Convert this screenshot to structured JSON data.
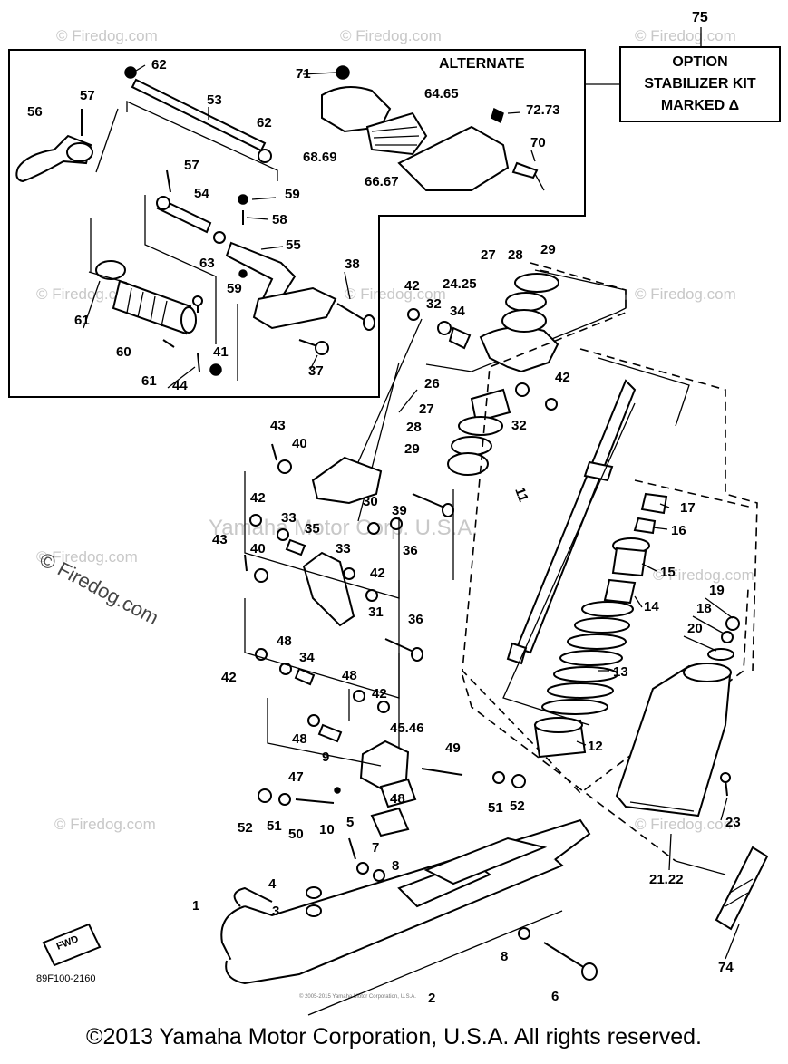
{
  "option_box": {
    "number": "75",
    "line1": "OPTION",
    "line2": "STABILIZER KIT",
    "line3": "MARKED Δ"
  },
  "alternate_label": "ALTERNATE",
  "part_labels": {
    "p62a": "62",
    "p57a": "57",
    "p56": "56",
    "p53": "53",
    "p62b": "62",
    "p71": "71",
    "p6465": "64.65",
    "p7273": "72.73",
    "p70": "70",
    "p6869": "68.69",
    "p6667": "66.67",
    "p57b": "57",
    "p54": "54",
    "p59a": "59",
    "p58": "58",
    "p55": "55",
    "p63": "63",
    "p59b": "59",
    "p38": "38",
    "p61a": "61",
    "p60": "60",
    "p61b": "61",
    "p44": "44",
    "p41": "41",
    "p37": "37",
    "p42a": "42",
    "p32a": "32",
    "p34a": "34",
    "p2425": "24.25",
    "p27a": "27",
    "p28a": "28",
    "p29a": "29",
    "p26": "26",
    "p27b": "27",
    "p28b": "28",
    "p29b": "29",
    "p32b": "32",
    "p42b": "42",
    "p43a": "43",
    "p40a": "40",
    "p30": "30",
    "p39": "39",
    "p36a": "36",
    "p42c": "42",
    "p33a": "33",
    "p35": "35",
    "p43b": "43",
    "p40b": "40",
    "p33b": "33",
    "p42d": "42",
    "p31": "31",
    "p36b": "36",
    "p42e": "42",
    "p48a": "48",
    "p34b": "34",
    "p48b": "48",
    "p42f": "42",
    "p48c": "48",
    "p9": "9",
    "p4546": "45.46",
    "p49": "49",
    "p47": "47",
    "p48d": "48",
    "p51a": "51",
    "p52a": "52",
    "p52b": "52",
    "p51b": "51",
    "p50": "50",
    "p5": "5",
    "p10": "10",
    "p7": "7",
    "p8a": "8",
    "p4": "4",
    "p3": "3",
    "p1": "1",
    "p2": "2",
    "p8b": "8",
    "p6": "6",
    "p11": "11",
    "p17": "17",
    "p16": "16",
    "p15": "15",
    "p14": "14",
    "p13": "13",
    "p12": "12",
    "p19": "19",
    "p18": "18",
    "p20": "20",
    "p23": "23",
    "p2122": "21.22",
    "p74": "74"
  },
  "diagram_code": "89F100-2160",
  "fwd_label": "FWD",
  "watermarks": {
    "firedog": "© Firedog.com",
    "center": "Yamaha Motor Corp. U.S.A.",
    "bottom_small": "© 2005-2015 Yamaha Motor Corporation, U.S.A."
  },
  "copyright": "©2013 Yamaha Motor Corporation, U.S.A. All rights reserved."
}
